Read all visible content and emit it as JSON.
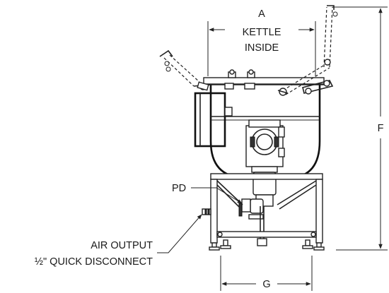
{
  "labels": {
    "dim_a": "A",
    "kettle_line1": "KETTLE",
    "kettle_line2": "INSIDE",
    "dim_f": "F",
    "pd": "PD",
    "air_line1": "AIR OUTPUT",
    "air_line2": "½\" QUICK DISCONNECT",
    "dim_g": "G"
  },
  "icons": {
    "cover_handle_left": "handle-icon",
    "cover_handle_right": "handle-icon"
  }
}
